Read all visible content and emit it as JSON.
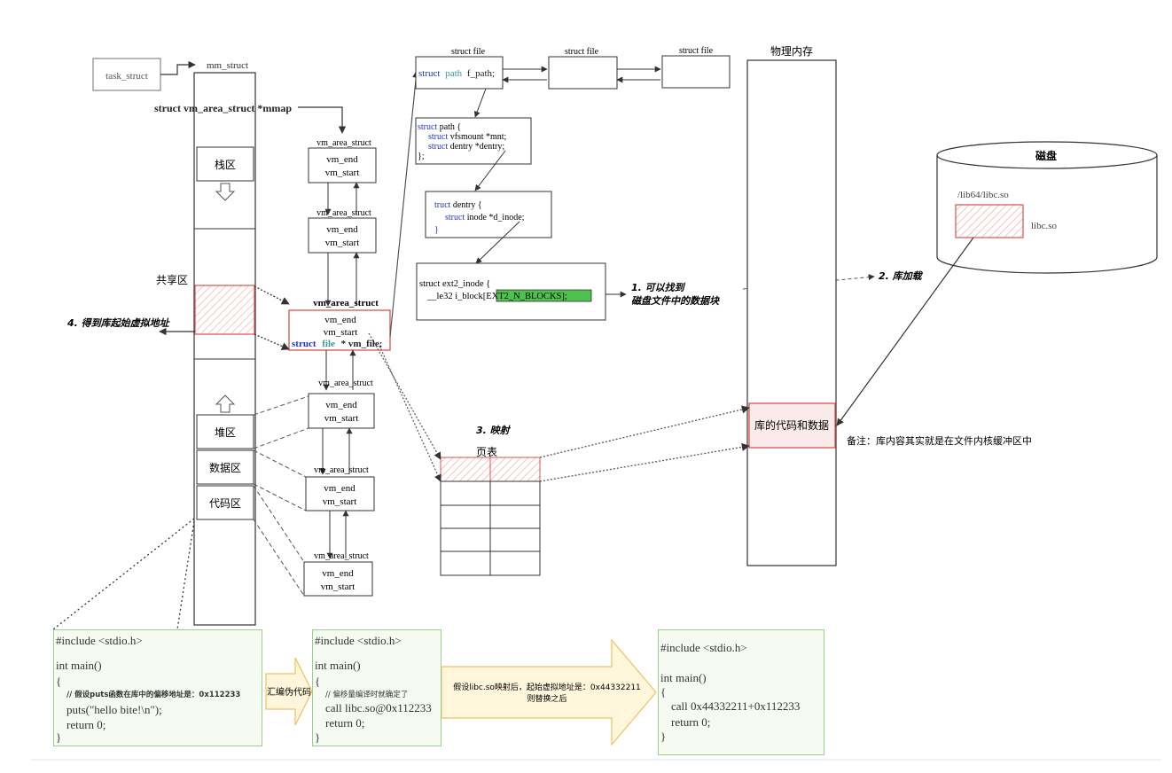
{
  "task_struct": "task_struct",
  "mm_struct": "mm_struct",
  "mmap_label": "struct vm_area_struct *mmap",
  "regions": {
    "stack": "栈区",
    "shared": "共享区",
    "heap": "堆区",
    "data": "数据区",
    "code": "代码区"
  },
  "vma": {
    "title": "vm_area_struct",
    "end": "vm_end",
    "start": "vm_start",
    "vm_file_struct": "struct",
    "vm_file_type": "file",
    "vm_file_rest": "* vm_file;"
  },
  "struct_file": "struct file",
  "file_path_kw1": "struct",
  "file_path_kw2": "path",
  "file_path_rest": "f_path;",
  "path_struct": {
    "l1_kw": "struct",
    "l1_rest": "path {",
    "l2_kw": "struct",
    "l2_rest": "vfsmount *mnt;",
    "l3_kw": "struct",
    "l3_rest": "dentry *dentry;",
    "l4": "};"
  },
  "dentry_struct": {
    "l1_kw": "truct",
    "l1_rest": "dentry {",
    "l2_kw": "struct",
    "l2_rest": "inode *d_inode;",
    "l3": "}"
  },
  "ext2_struct": {
    "l1": "struct ext2_inode {",
    "l2_pre": "__le32  i_block[",
    "l2_hl": "EXT2_N_BLOCKS",
    "l2_post": "];"
  },
  "physical_memory": "物理内存",
  "lib_code_data": "库的代码和数据",
  "note": "备注：库内容其实就是在文件内核缓冲区中",
  "disk": {
    "title": "磁盘",
    "path": "/lib64/libc.so",
    "file": "libc.so"
  },
  "annotations": {
    "find_blocks_1": "1. 可以找到",
    "find_blocks_2": "磁盘文件中的数据块",
    "load_lib": "2. 库加载",
    "mapping": "3. 映射",
    "get_addr": "4. 得到库起始虚拟地址"
  },
  "page_table": "页表",
  "code1": {
    "l1": "#include <stdio.h>",
    "l2": "int main()",
    "l3": "{",
    "l4": "// 假设puts函数在库中的偏移地址是：0x112233",
    "l5": "puts(\"hello bite!\\n\");",
    "l6": "return 0;",
    "l7": "}"
  },
  "arrow1_label": "汇编伪代码",
  "code2": {
    "l1": "#include <stdio.h>",
    "l2": "int main()",
    "l3": "{",
    "l4": "// 偏移量编译时就确定了",
    "l5": "call libc.so@0x112233",
    "l6": "return 0;",
    "l7": "}"
  },
  "arrow2_label_1": "假设libc.so映射后，起始虚拟地址是：0x44332211",
  "arrow2_label_2": "则替换之后",
  "code3": {
    "l1": "#include <stdio.h>",
    "l2": "int main()",
    "l3": "{",
    "l4": "call 0x44332211+0x112233",
    "l5": "return 0;",
    "l6": "}"
  },
  "colors": {
    "keyword_blue": "#2233cc",
    "type_teal": "#3a9a9a",
    "highlight_green": "#4fc14f",
    "red_border": "#d9534f",
    "green_border": "#9ccf8a",
    "arrow_fill": "#fff6dc",
    "arrow_stroke": "#f0c060"
  }
}
